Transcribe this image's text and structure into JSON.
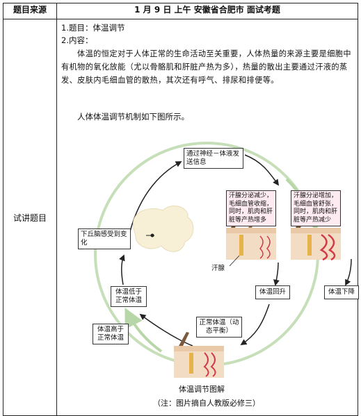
{
  "header": {
    "source_label": "题目来源",
    "source_value": "1 月 9 日  上午  安徽省合肥市  面试考题"
  },
  "row": {
    "label": "试讲题目"
  },
  "content": {
    "title_line": "1.题目：体温调节",
    "content_label": "2.内容：",
    "paragraph": "体温的恒定对于人体正常的生命活动至关重要，人体热量的来源主要是细胞中有机物的氧化放能（尤以骨骼肌和肝脏产热为多），热量的散出主要通过汗液的蒸发、皮肤内毛细血管的散热，其次还有呼气、排尿和排便等。",
    "intro": "人体体温调节机制如下图所示。"
  },
  "diagram": {
    "box_top": "通过神经－体液发送信息",
    "box_left": "下丘脑感受到变化",
    "box_mid_left": "汗腺分泌减少，毛细血管收缩，同时，肌肉和肝脏等产热增多",
    "box_mid_right": "汗腺分泌增加，毛细血管舒张，同时，肌肉和肝脏等产热减少",
    "label_sweat": "汗腺",
    "box_rise": "体温回升",
    "box_fall": "体温下降",
    "box_normal": "正常体温（动态平衡）",
    "box_low": "体温低于正常体温",
    "box_high": "体温高于正常体温",
    "caption": "体温调节图解",
    "note": "（注：图片摘自人教版必修三）",
    "colors": {
      "ring": "#b8d7a8",
      "arrow": "#222222",
      "blood": "#d03a4a",
      "skin": "#e9c9a8"
    }
  }
}
